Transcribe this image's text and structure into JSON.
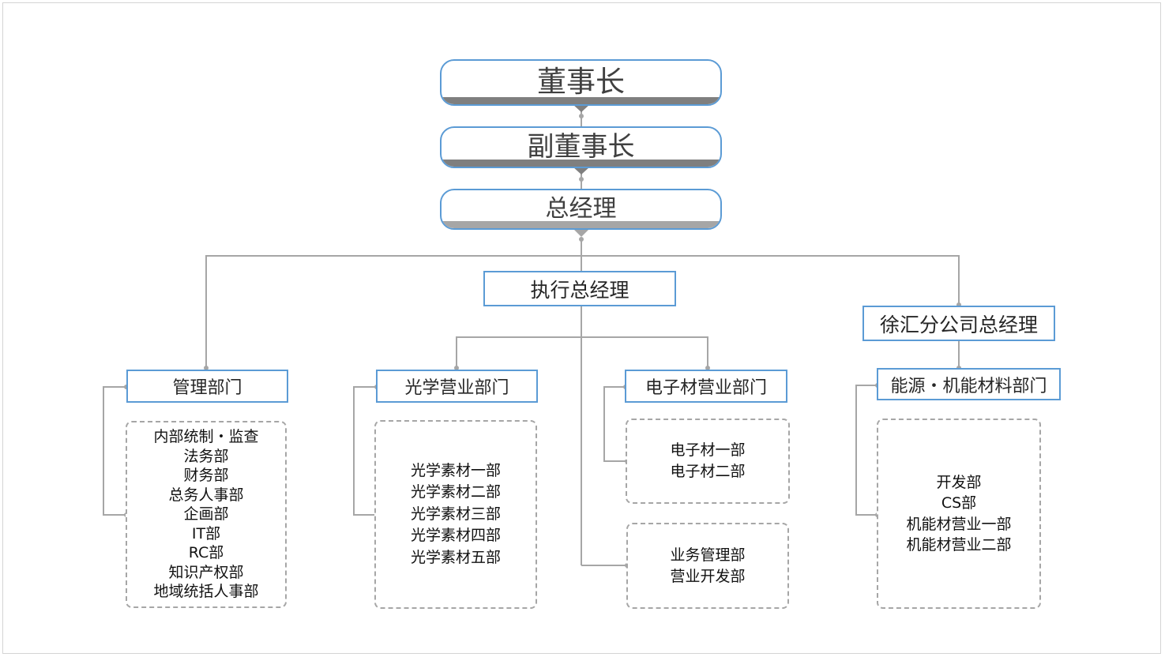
{
  "colors": {
    "accent": "#5b9bd5",
    "connector": "#a6a6a6",
    "pill_base_dark": "#7f7f7f",
    "pill_base_light": "#a6a6a6"
  },
  "chairman": "董事长",
  "vice_chairman": "副董事长",
  "president": "总经理",
  "executive_gm": "执行总经理",
  "branch_gm": "徐汇分公司总经理",
  "departments": {
    "management": {
      "title": "管理部门",
      "units": [
        "内部统制・监查",
        "法务部",
        "财务部",
        "总务人事部",
        "企画部",
        "IT部",
        "RC部",
        "知识产权部",
        "地域统括人事部"
      ]
    },
    "optical": {
      "title": "光学营业部门",
      "units": [
        "光学素材一部",
        "光学素材二部",
        "光学素材三部",
        "光学素材四部",
        "光学素材五部"
      ]
    },
    "electronic": {
      "title": "电子材营业部门",
      "units": [
        "电子材一部",
        "电子材二部"
      ]
    },
    "business": {
      "units": [
        "业务管理部",
        "营业开发部"
      ]
    },
    "energy": {
      "title": "能源・机能材料部门",
      "units": [
        "开发部",
        "CS部",
        "机能材营业一部",
        "机能材营业二部"
      ]
    }
  }
}
